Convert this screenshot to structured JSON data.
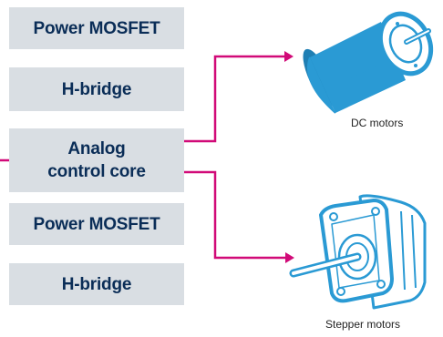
{
  "blocks": {
    "power_mosfet_top": "Power MOSFET",
    "h_bridge_top": "H-bridge",
    "analog_core_line1": "Analog",
    "analog_core_line2": "control core",
    "power_mosfet_bottom": "Power MOSFET",
    "h_bridge_bottom": "H-bridge"
  },
  "outputs": {
    "dc_motor_label": "DC motors",
    "stepper_motor_label": "Stepper motors"
  },
  "colors": {
    "block_fill": "#d9dee3",
    "block_text": "#0a2d57",
    "connector": "#d10a78",
    "motor_blue": "#2a9ad4"
  },
  "icons": {
    "dc_motor": "dc-motor-icon",
    "stepper_motor": "stepper-motor-icon"
  }
}
